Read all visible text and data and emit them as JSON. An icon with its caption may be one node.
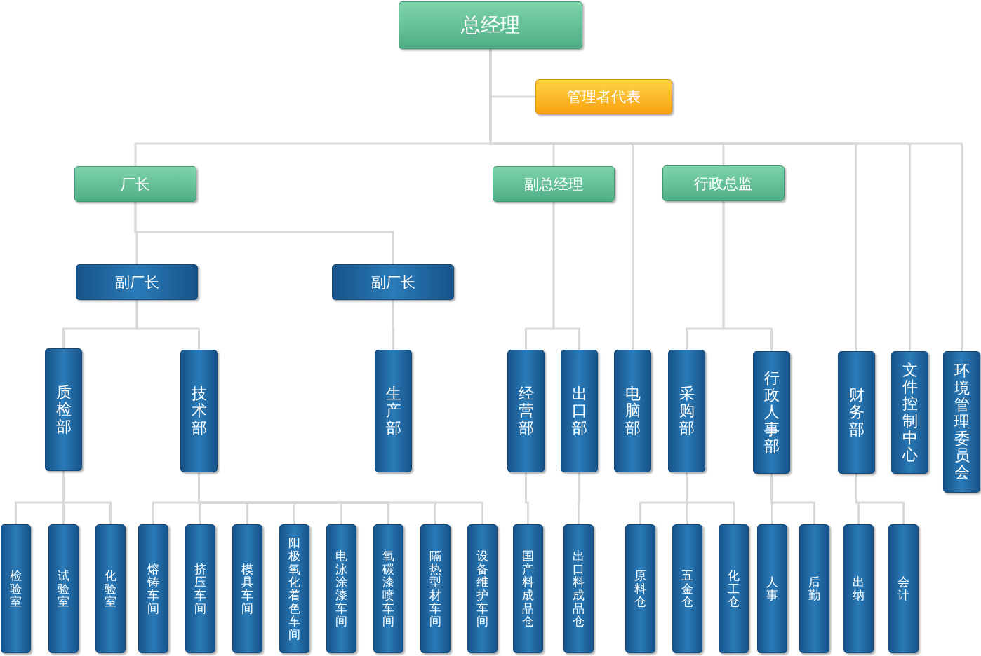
{
  "diagram": {
    "nodes": [
      {
        "text": [
          "总经理"
        ]
      },
      {
        "text": [
          "管理者代表"
        ]
      },
      {
        "text": [
          "厂长"
        ]
      },
      {
        "text": [
          "副总经理"
        ]
      },
      {
        "text": [
          "行政总监"
        ]
      },
      {
        "text": [
          "副厂长"
        ]
      },
      {
        "text": [
          "副厂长"
        ]
      },
      {
        "text": [
          "质检部"
        ]
      },
      {
        "text": [
          "技术部"
        ]
      },
      {
        "text": [
          "生产部"
        ]
      },
      {
        "text": [
          "经营部"
        ]
      },
      {
        "text": [
          "出口部"
        ]
      },
      {
        "text": [
          "电脑部"
        ]
      },
      {
        "text": [
          "采购部"
        ]
      },
      {
        "text": [
          "行政人事部"
        ]
      },
      {
        "text": [
          "财务部"
        ]
      },
      {
        "text": [
          "文件控制中心"
        ]
      },
      {
        "text": [
          "环境管理委员会"
        ]
      },
      {
        "text": [
          "检验室"
        ]
      },
      {
        "text": [
          "试验室"
        ]
      },
      {
        "text": [
          "化验室"
        ]
      },
      {
        "text": [
          "熔铸车间"
        ]
      },
      {
        "text": [
          "挤压车间"
        ]
      },
      {
        "text": [
          "模具车间"
        ]
      },
      {
        "text": [
          "阳极氧化着色车间"
        ]
      },
      {
        "text": [
          "电泳涂漆车间"
        ]
      },
      {
        "text": [
          "氧碳漆喷车间"
        ]
      },
      {
        "text": [
          "隔热型材车间"
        ]
      },
      {
        "text": [
          "设备维护车间"
        ]
      },
      {
        "text": [
          "国产料成品仓"
        ]
      },
      {
        "text": [
          "出口料成品仓"
        ]
      },
      {
        "text": [
          "原料仓"
        ]
      },
      {
        "text": [
          "五金仓"
        ]
      },
      {
        "text": [
          "化工仓"
        ]
      },
      {
        "text": [
          "人事"
        ]
      },
      {
        "text": [
          "后勤"
        ]
      },
      {
        "text": [
          "出纳"
        ]
      },
      {
        "text": [
          "会计"
        ]
      }
    ],
    "edges": [
      {
        "from": 0,
        "to": 1,
        "arrow": "none"
      },
      {
        "from": 0,
        "to": 2,
        "arrow": "none"
      },
      {
        "from": 0,
        "to": 3,
        "arrow": "none"
      },
      {
        "from": 0,
        "to": 4,
        "arrow": "none"
      },
      {
        "from": 0,
        "to": 12,
        "arrow": "none"
      },
      {
        "from": 0,
        "to": 15,
        "arrow": "none"
      },
      {
        "from": 0,
        "to": 16,
        "arrow": "none"
      },
      {
        "from": 0,
        "to": 17,
        "arrow": "none"
      },
      {
        "from": 2,
        "to": 5,
        "arrow": "none"
      },
      {
        "from": 2,
        "to": 6,
        "arrow": "none"
      },
      {
        "from": 5,
        "to": 7,
        "arrow": "none"
      },
      {
        "from": 5,
        "to": 8,
        "arrow": "none"
      },
      {
        "from": 6,
        "to": 9,
        "arrow": "none"
      },
      {
        "from": 3,
        "to": 10,
        "arrow": "none"
      },
      {
        "from": 3,
        "to": 11,
        "arrow": "none"
      },
      {
        "from": 4,
        "to": 13,
        "arrow": "none"
      },
      {
        "from": 4,
        "to": 14,
        "arrow": "none"
      },
      {
        "from": 7,
        "to": 18,
        "arrow": "none"
      },
      {
        "from": 7,
        "to": 19,
        "arrow": "none"
      },
      {
        "from": 7,
        "to": 20,
        "arrow": "none"
      },
      {
        "from": 8,
        "to": 21,
        "arrow": "none"
      },
      {
        "from": 8,
        "to": 22,
        "arrow": "none"
      },
      {
        "from": 8,
        "to": 23,
        "arrow": "none"
      },
      {
        "from": 8,
        "to": 24,
        "arrow": "none"
      },
      {
        "from": 8,
        "to": 25,
        "arrow": "none"
      },
      {
        "from": 8,
        "to": 26,
        "arrow": "none"
      },
      {
        "from": 8,
        "to": 27,
        "arrow": "none"
      },
      {
        "from": 8,
        "to": 28,
        "arrow": "none"
      },
      {
        "from": 10,
        "to": 29,
        "arrow": "none"
      },
      {
        "from": 11,
        "to": 30,
        "arrow": "none"
      },
      {
        "from": 13,
        "to": 31,
        "arrow": "none"
      },
      {
        "from": 13,
        "to": 32,
        "arrow": "none"
      },
      {
        "from": 13,
        "to": 33,
        "arrow": "none"
      },
      {
        "from": 14,
        "to": 34,
        "arrow": "none"
      },
      {
        "from": 14,
        "to": 35,
        "arrow": "none"
      },
      {
        "from": 15,
        "to": 36,
        "arrow": "none"
      },
      {
        "from": 15,
        "to": 37,
        "arrow": "none"
      }
    ]
  }
}
